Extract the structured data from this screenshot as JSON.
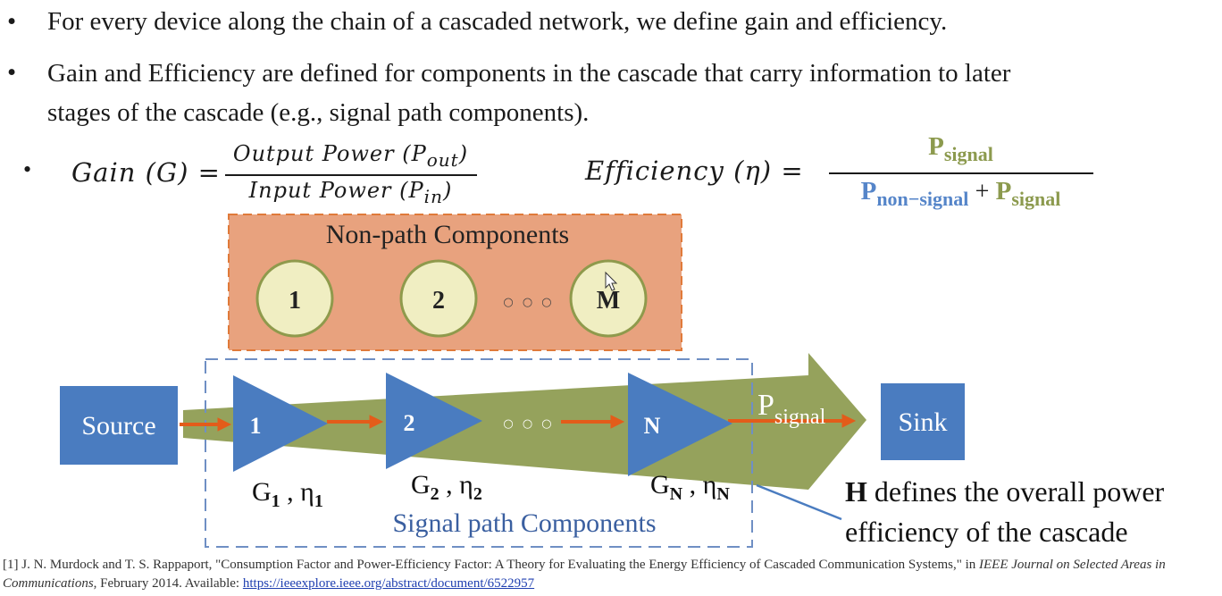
{
  "bullets": [
    "For every device along the chain of a cascaded network, we define gain and efficiency.",
    "Gain and Efficiency are defined for components in the cascade that carry information to later",
    "stages of the cascade (e.g., signal path components)."
  ],
  "bullet_symbol": "•",
  "gain_formula": {
    "lhs": "Gain (G) =",
    "numerator": "Output Power (P",
    "numerator_sub": "out",
    "numerator_close": ")",
    "denominator": "Input Power (P",
    "denominator_sub": "in",
    "denominator_close": ")"
  },
  "efficiency_formula": {
    "lhs": "Efficiency (η) =",
    "numerator_p": "P",
    "numerator_sub": "signal",
    "denominator_p1": "P",
    "denominator_sub1": "non−signal",
    "plus": "+",
    "denominator_p2": "P",
    "denominator_sub2": "signal"
  },
  "diagram": {
    "non_path_title": "Non-path Components",
    "non_path_nodes": [
      "1",
      "2",
      "M"
    ],
    "ellipsis": "○ ○ ○",
    "source": "Source",
    "sink": "Sink",
    "amplifiers": [
      "1",
      "2",
      "N"
    ],
    "amp_labels": [
      {
        "g": "G",
        "g_sub": "1",
        "eta": "η",
        "eta_sub": "1"
      },
      {
        "g": "G",
        "g_sub": "2",
        "eta": "η",
        "eta_sub": "2"
      },
      {
        "g": "G",
        "g_sub": "N",
        "eta": "η",
        "eta_sub": "N"
      }
    ],
    "arrow_label_p": "P",
    "arrow_label_sub": "signal",
    "signal_path_title": "Signal path Components"
  },
  "caption": {
    "h": "H",
    "line1_rest": " defines the overall power",
    "line2": "efficiency of the cascade"
  },
  "footnote": {
    "text1": "[1] J. N. Murdock and T. S. Rappaport, \"Consumption Factor and Power-Efficiency Factor: A Theory for Evaluating the Energy Efficiency of Cascaded Communication Systems,\" in ",
    "journal": "IEEE Journal on Selected Areas in Communications",
    "text2": ", February 2014. Available: ",
    "link": "https://ieeexplore.ieee.org/abstract/document/6522957"
  },
  "colors": {
    "orange_box": "#e8a27e",
    "orange_border": "#e07a3a",
    "circle_fill": "#f0eec2",
    "circle_border": "#8f9a4c",
    "blue": "#4a7cc0",
    "green_arrow": "#8c9a4e",
    "orange_arrow": "#e35c1a"
  }
}
